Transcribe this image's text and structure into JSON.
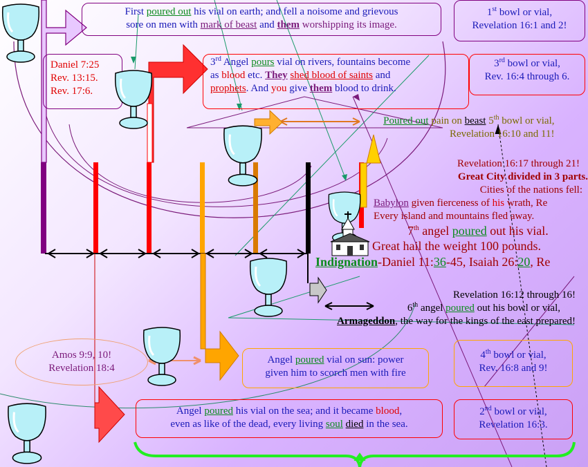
{
  "box1": {
    "p1": "First ",
    "p2": "poured out",
    "p3": " his vial on earth; and fell a noisome and grievous",
    "p4": "sore on men with ",
    "p5": "mark of beast",
    "p6": " and ",
    "p7": "them",
    "p8": " worshipping its image."
  },
  "label1": {
    "a": "1",
    "sup": "st",
    "b": " bowl or vial,",
    "c": "Revelation 16:1 and 2!"
  },
  "daniel": {
    "l1": "Daniel 7:25",
    "l2": "Rev. 13:15.",
    "l3": "Rev. 17:6."
  },
  "box3": {
    "a": "3",
    "sup": "rd",
    "b": " Angel ",
    "c": "pours",
    "d": " vial on rivers, fountains become",
    "e": "as ",
    "f": "blood",
    "g": " etc. ",
    "h": "They",
    "i": " ",
    "j": "shed blood of saints",
    "k": " and",
    "l": "prophets",
    "m": ". And ",
    "n": "you",
    "o": " give ",
    "p": "them",
    "q": " blood to drink."
  },
  "label3": {
    "a": "3",
    "sup": "rd",
    "b": " bowl or vial,",
    "c": "Rev. 16:4 through 6."
  },
  "fifth": {
    "a": "Poured out",
    "b": " pain on ",
    "c": "beast",
    "d": " 5",
    "sup": "th",
    "e": " bowl or vial,",
    "f": "Revelation 16:10 and 11!"
  },
  "seventh": {
    "l1": "Revelation 16:17 through 21!",
    "l2": "Great City divided in 3 parts.",
    "l3": "Cities of the nations fell:",
    "l4a": "Babylon",
    "l4b": " given fierceness of ",
    "l4c": "his",
    "l4d": " wrath, Re",
    "l5": "Every island and mountains fled away.",
    "l6a": "7",
    "l6sup": "th",
    "l6b": " angel ",
    "l6c": "poured",
    "l6d": " out his vial.",
    "l7": "Great hail the weight 100 pounds.",
    "l8a": "Indignation",
    "l8b": "-Daniel 11:",
    "l8c": "36",
    "l8d": "-45, Isaiah 26:",
    "l8e": "20",
    "l8f": ", Re"
  },
  "sixth": {
    "l1": "Revelation 16:12 through 16!",
    "l2a": "6",
    "l2sup": "th",
    "l2b": " angel ",
    "l2c": "poured",
    "l2d": " out his bowl or vial,",
    "l3a": "Armageddon",
    "l3b": ", the way for the kings of the east prepared!"
  },
  "amos": {
    "l1": "Amos 9:9, 10!",
    "l2": "Revelation 18:4"
  },
  "box4": {
    "a": "Angel ",
    "b": "poured",
    "c": " vial on sun: power",
    "d": "given him to scorch men with fire"
  },
  "label4": {
    "a": "4",
    "sup": "th",
    "b": " bowl or vial,",
    "c": "Rev. 16:8 and 9!"
  },
  "box2": {
    "a": "Angel ",
    "b": "poured",
    "c": " his vial on the sea; and it became ",
    "d": "blood",
    "e": ",",
    "f": "even as like of the dead, every living ",
    "g": "soul",
    "h": " ",
    "i": "died",
    "j": " in the sea."
  },
  "label2": {
    "a": "2",
    "sup": "nd",
    "b": " bowl or vial,",
    "c": "Revelation 16:3."
  },
  "colors": {
    "purple": "#800080",
    "red": "#ff0000",
    "orange": "#ffa500",
    "darkorange": "#d97a00",
    "black": "#000000",
    "green": "#22ee22"
  },
  "icons": [
    "cup-icon",
    "church-icon",
    "arrow-icon"
  ]
}
